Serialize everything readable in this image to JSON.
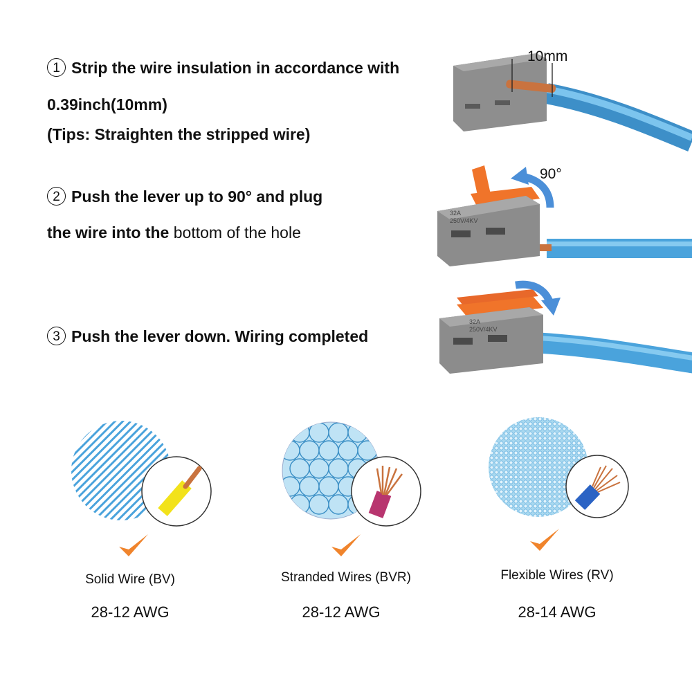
{
  "steps": [
    {
      "number": "1",
      "line1": "Strip the wire insulation in accordance with",
      "line2": "0.39inch(10mm)",
      "line3": "(Tips: Straighten the stripped wire)"
    },
    {
      "number": "2",
      "line1": "Push the lever up to 90° and plug",
      "line2_bold": "the wire into the",
      "line2_light": " bottom of the hole"
    },
    {
      "number": "3",
      "line1": "Push the lever down. Wiring completed"
    }
  ],
  "annotations": {
    "strip_length": "10mm",
    "lever_angle": "90°",
    "connector_rating_1": "32A",
    "connector_rating_2": "250V/4KV"
  },
  "wire_types": [
    {
      "label": "Solid Wire (BV)",
      "awg": "28-12 AWG",
      "insulation_color": "#f2e21b"
    },
    {
      "label": "Stranded Wires (BVR)",
      "awg": "28-12 AWG",
      "insulation_color": "#b8356f"
    },
    {
      "label": "Flexible Wires (RV)",
      "awg": "28-14 AWG",
      "insulation_color": "#2b63c4"
    }
  ],
  "colors": {
    "wire_blue": "#4aa3dc",
    "connector_gray": "#8c8c8c",
    "lever_orange": "#f0742a",
    "arrow_blue": "#4b8fd8",
    "check_orange": "#f0842c",
    "copper": "#c9733f"
  }
}
